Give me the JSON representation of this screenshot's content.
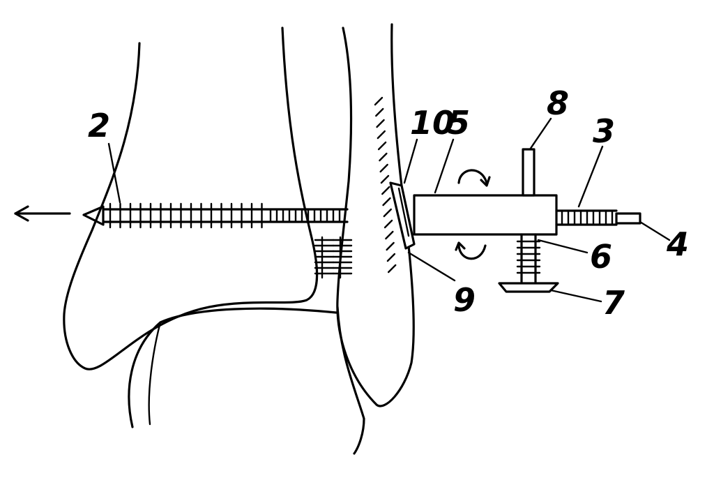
{
  "labels": {
    "l2": "2",
    "l3": "3",
    "l4": "4",
    "l5": "5",
    "l6": "6",
    "l7": "7",
    "l8": "8",
    "l9": "9",
    "l10": "10"
  },
  "colors": {
    "line": "#000000",
    "background": "#ffffff"
  }
}
